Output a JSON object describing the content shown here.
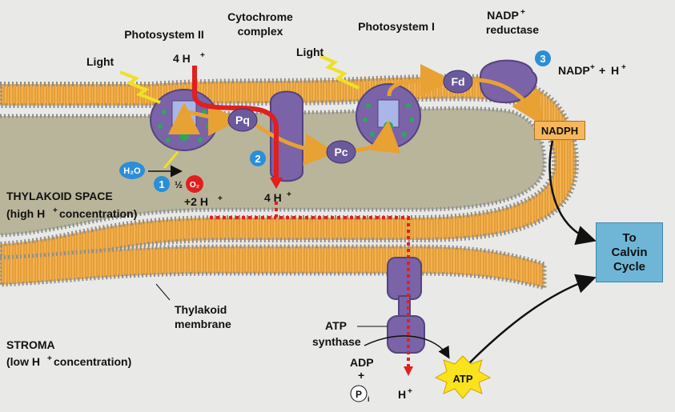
{
  "labels": {
    "photosystem_ii": "Photosystem II",
    "cytochrome": [
      "Cytochrome",
      "complex"
    ],
    "photosystem_i": "Photosystem I",
    "nadp_reductase": [
      "NADP",
      "reductase"
    ],
    "light_1": "Light",
    "light_2": "Light",
    "h_in_top": "4 H",
    "nadp_equation": "NADP",
    "nadph": "NADPH",
    "calvin": [
      "To",
      "Calvin",
      "Cycle"
    ],
    "thylakoid_space": [
      "THYLAKOID SPACE",
      "(high H",
      " concentration)"
    ],
    "h2o": "H₂O",
    "half": "½",
    "o2": "O₂",
    "two_h": "+2 H",
    "four_h_lumen": "4 H",
    "thylakoid_membrane": [
      "Thylakoid",
      "membrane"
    ],
    "stroma": [
      "STROMA",
      "(low H",
      " concentration)"
    ],
    "atp_synthase": [
      "ATP",
      "synthase"
    ],
    "adp": "ADP",
    "plus": "+",
    "pi": "P",
    "pi_sub": "i",
    "h_out": "H",
    "atp": "ATP",
    "plus_sup": "+"
  },
  "carriers": {
    "pq": "Pq",
    "pc": "Pc",
    "fd": "Fd"
  },
  "steps": [
    "1",
    "2",
    "3"
  ],
  "colors": {
    "membrane_orange": "#f2b24f",
    "membrane_head": "#8d8f92",
    "lumen": "#b9b59a",
    "protein": "#7a63a6",
    "protein_dark": "#54437f",
    "electron_arrow": "#f6b34a",
    "proton_arrow": "#e0201f",
    "step_circle": "#2a8ed8",
    "atp_burst": "#f8e31d",
    "calvin_box": "#6fb6d6"
  }
}
